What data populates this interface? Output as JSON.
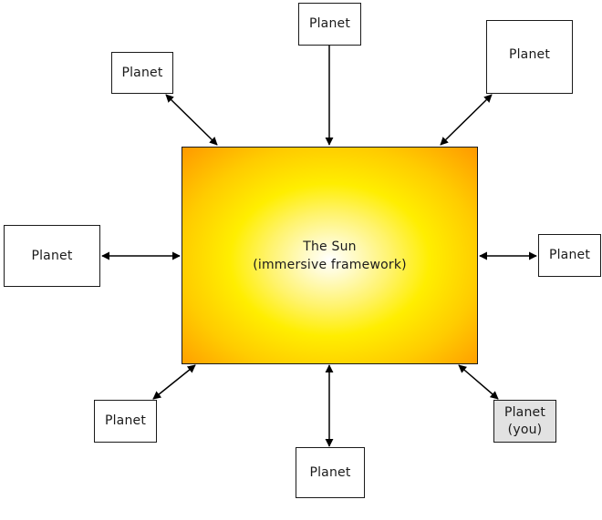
{
  "diagram": {
    "type": "hub-and-spoke",
    "center": {
      "title": "The Sun",
      "subtitle": "(immersive framework)",
      "gradient_colors": [
        "#ffffff",
        "#ffee00",
        "#ff9900"
      ]
    },
    "planets": [
      {
        "id": "top-left",
        "label": "Planet",
        "arrow": "bidirectional"
      },
      {
        "id": "top-center",
        "label": "Planet",
        "arrow": "to-center"
      },
      {
        "id": "top-right",
        "label": "Planet",
        "arrow": "bidirectional"
      },
      {
        "id": "left",
        "label": "Planet",
        "arrow": "bidirectional"
      },
      {
        "id": "right",
        "label": "Planet",
        "arrow": "bidirectional"
      },
      {
        "id": "bottom-left",
        "label": "Planet",
        "arrow": "bidirectional"
      },
      {
        "id": "bottom-center",
        "label": "Planet",
        "arrow": "bidirectional"
      },
      {
        "id": "bottom-right",
        "label": "Planet",
        "sublabel": "(you)",
        "arrow": "bidirectional",
        "highlight_color": "#e2e2e2"
      }
    ]
  }
}
